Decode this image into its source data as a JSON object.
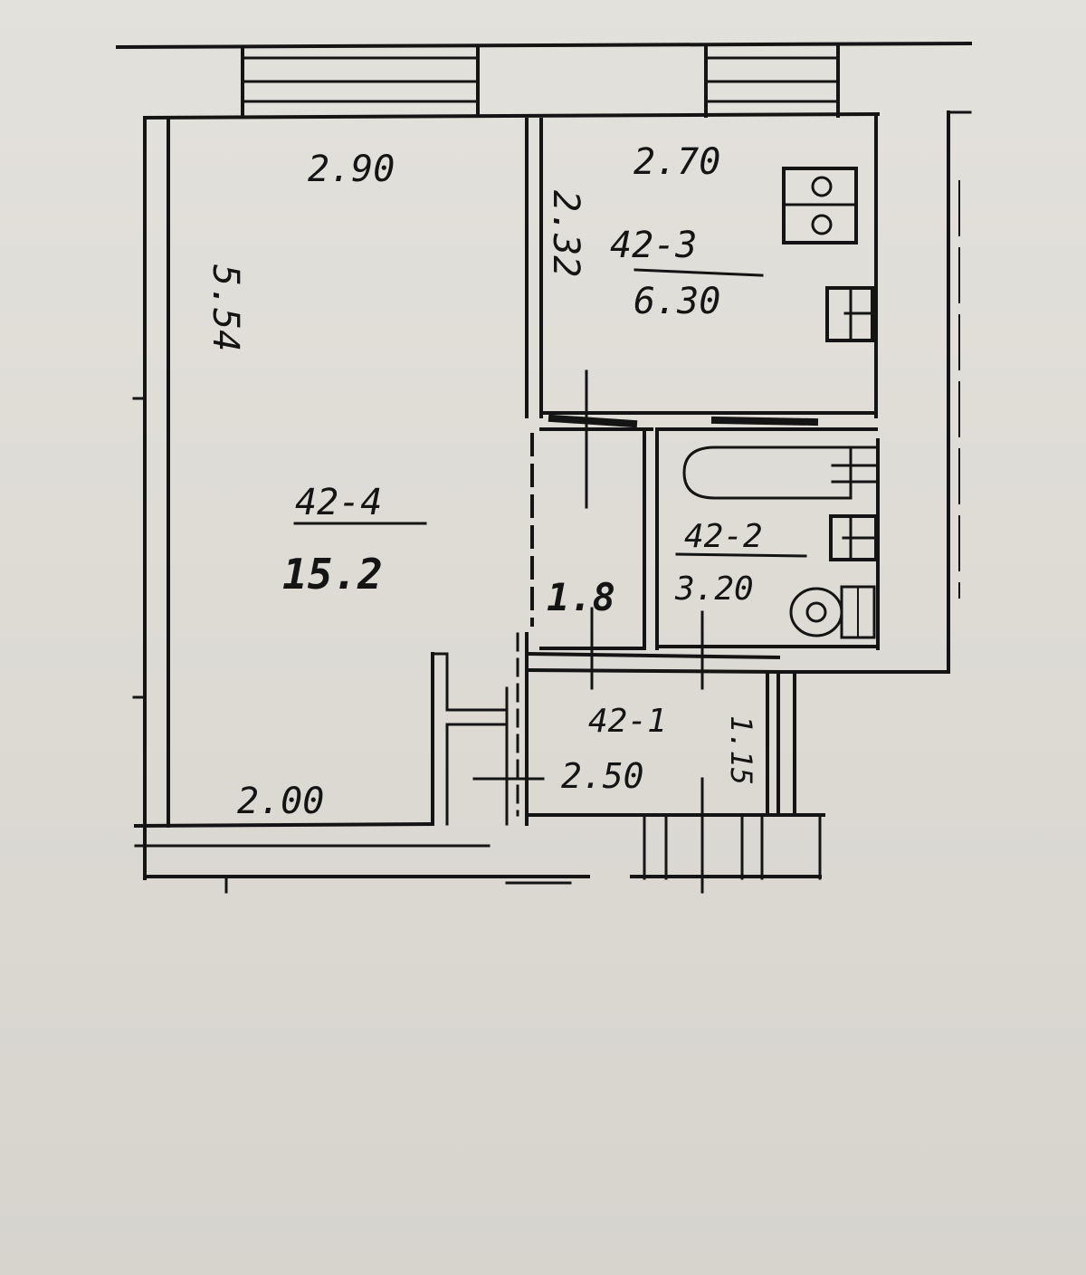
{
  "colors": {
    "paper": "#dedcd6",
    "ink": "#141414"
  },
  "rooms": {
    "living": {
      "number": "42-4",
      "area": "15.2",
      "width": "2.90",
      "length": "5.54",
      "bottom_width": "2.00"
    },
    "kitchen": {
      "number": "42-3",
      "area": "6.30",
      "width": "2.70",
      "depth": "2.32"
    },
    "hall": {
      "area": "1.8"
    },
    "bathroom": {
      "number": "42-2",
      "area": "3.20"
    },
    "entry": {
      "number": "42-1",
      "area": "2.50",
      "depth": "1.15"
    }
  },
  "icons": [
    "stove-icon",
    "sink-icon",
    "bathtub-icon",
    "washbasin-icon",
    "toilet-icon"
  ]
}
